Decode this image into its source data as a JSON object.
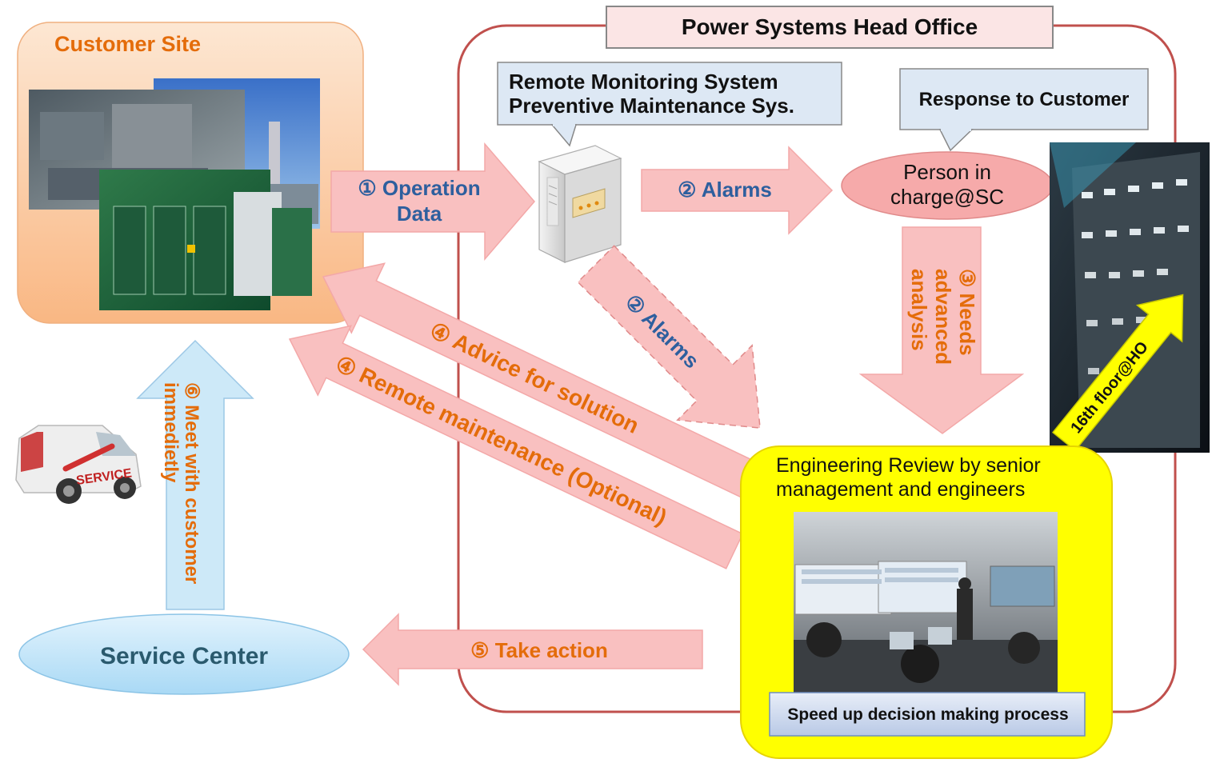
{
  "diagram": {
    "head_office_title": "Power Systems Head Office",
    "customer_site_label": "Customer Site",
    "rms_label_line1": "Remote Monitoring System",
    "rms_label_line2": "Preventive Maintenance Sys.",
    "response_label": "Response to Customer",
    "person_line1": "Person in",
    "person_line2": "charge@SC",
    "review_line1": "Engineering Review by senior",
    "review_line2": "management and engineers",
    "speed_up_label": "Speed up decision making process",
    "service_center_label": "Service Center",
    "van_label": "SERVICE",
    "floor_label": "16th floor@HO",
    "arrows": {
      "operation_line1": "① Operation",
      "operation_line2": "Data",
      "alarms_top": "② Alarms",
      "alarms_diag": "② Alarms",
      "needs_line1": "③ Needs",
      "needs_line2": "advanced",
      "needs_line3": "analysis",
      "advice": "④ Advice for solution",
      "remote": "④ Remote maintenance (Optional)",
      "take_action": "⑤ Take action",
      "meet_line1": "⑥ Meet with customer",
      "meet_line2": "immedietly"
    }
  },
  "colors": {
    "pink_arrow": "#f9c0c0",
    "pink_stroke": "#e89090",
    "orange_text": "#e46c0a",
    "blue_text": "#2e5f9e",
    "yellow_box": "#ffff00",
    "light_blue": "#c6e6f8",
    "head_office_border": "#c0504d"
  }
}
